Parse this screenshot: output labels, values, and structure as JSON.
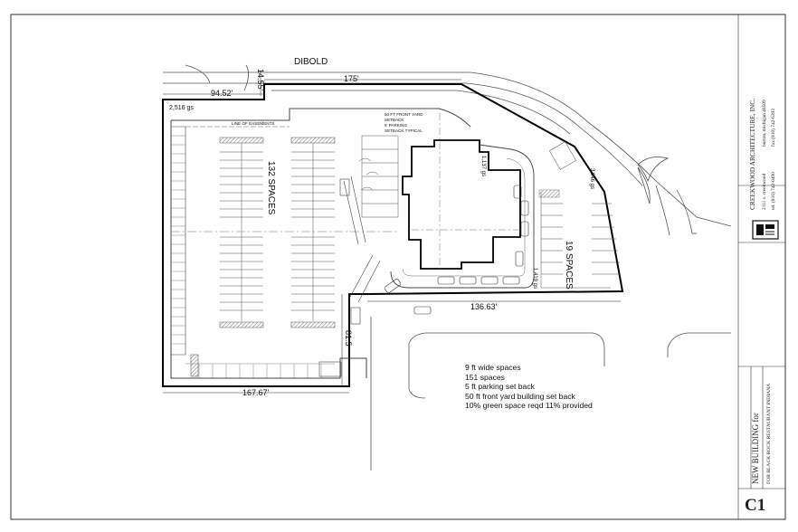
{
  "street_name": "DIBOLD",
  "dimensions": {
    "top_frontage": "175'",
    "left_offset": "94.52'",
    "drive_width": "14.55'",
    "bottom_left": "167.67'",
    "bottom_right": "136.63'",
    "side_drive": "81.5"
  },
  "areas": {
    "corner_area": "2,516 gs",
    "area_building": "1,137 gs",
    "area_right": "3,946 gs",
    "area_bottom_right": "1,419 gs"
  },
  "parking_labels": {
    "main_lot": "132 SPACES",
    "side_lot": "19 SPACES"
  },
  "annotations": {
    "easement": "LINE OF EASEMENTS",
    "setback_1": "50 FT FRONT YARD",
    "setback_2": "SETBACK",
    "setback_3": "5' PARKING",
    "setback_4": "SETBACK TYPICAL"
  },
  "site_notes": [
    "9 ft wide spaces",
    "151 spaces",
    "5 ft parking set back",
    "50 ft front yard building set back",
    "10% green space reqd 11% provided"
  ],
  "title_block": {
    "firm_name": "CREEKWOOD ARCHITECTURE, INC.",
    "firm_address": "2111 s. creekwood",
    "firm_city": "burton, michigan 48509",
    "firm_tel": "tel. (810) 742-0490",
    "firm_fax": "fax (810) 742-6393",
    "project_line_1": "NEW BUILDING for",
    "project_line_2": "FOR BLACK ROCK RESTAURANT INDIANA",
    "sheet_number": "C1"
  }
}
